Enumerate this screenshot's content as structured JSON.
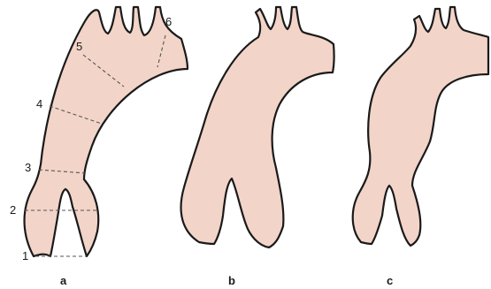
{
  "panels": [
    {
      "label": "a",
      "levels": [
        "1",
        "2",
        "3",
        "4",
        "5",
        "6"
      ]
    },
    {
      "label": "b"
    },
    {
      "label": "c"
    }
  ],
  "colors": {
    "fill": "#f2d4c8",
    "outline": "#1a1a1a",
    "cut_line": "#555555"
  }
}
